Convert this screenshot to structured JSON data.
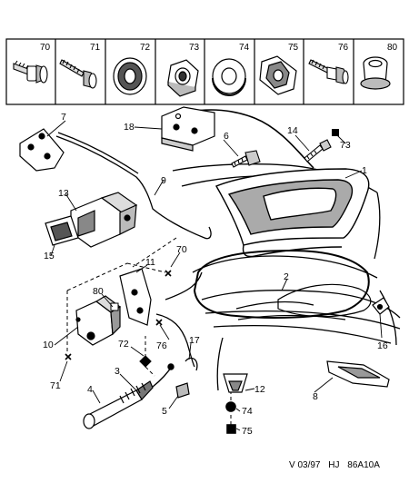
{
  "legend": [
    {
      "label": "70",
      "icon": "flange-bolt-icon"
    },
    {
      "label": "71",
      "icon": "self-tapping-screw-icon"
    },
    {
      "label": "72",
      "icon": "grommet-icon"
    },
    {
      "label": "73",
      "icon": "hex-nut-icon"
    },
    {
      "label": "74",
      "icon": "flat-washer-icon"
    },
    {
      "label": "75",
      "icon": "cage-nut-icon"
    },
    {
      "label": "76",
      "icon": "shouldered-bolt-icon"
    },
    {
      "label": "80",
      "icon": "rubber-buffer-icon"
    }
  ],
  "callouts": {
    "c1": "1",
    "c2": "2",
    "c3": "3",
    "c4": "4",
    "c5": "5",
    "c6": "6",
    "c7": "7",
    "c8": "8",
    "c9": "9",
    "c10": "10",
    "c11": "11",
    "c12": "12",
    "c13": "13",
    "c14": "14",
    "c15": "15",
    "c16": "16",
    "c17": "17",
    "c18": "18",
    "c70": "70",
    "c71": "71",
    "c72": "72",
    "c73": "73",
    "c74": "74",
    "c75": "75",
    "c76": "76",
    "c80": "80"
  },
  "footer": {
    "version": "V 03/97",
    "code": "HJ",
    "ref": "86A10A"
  }
}
